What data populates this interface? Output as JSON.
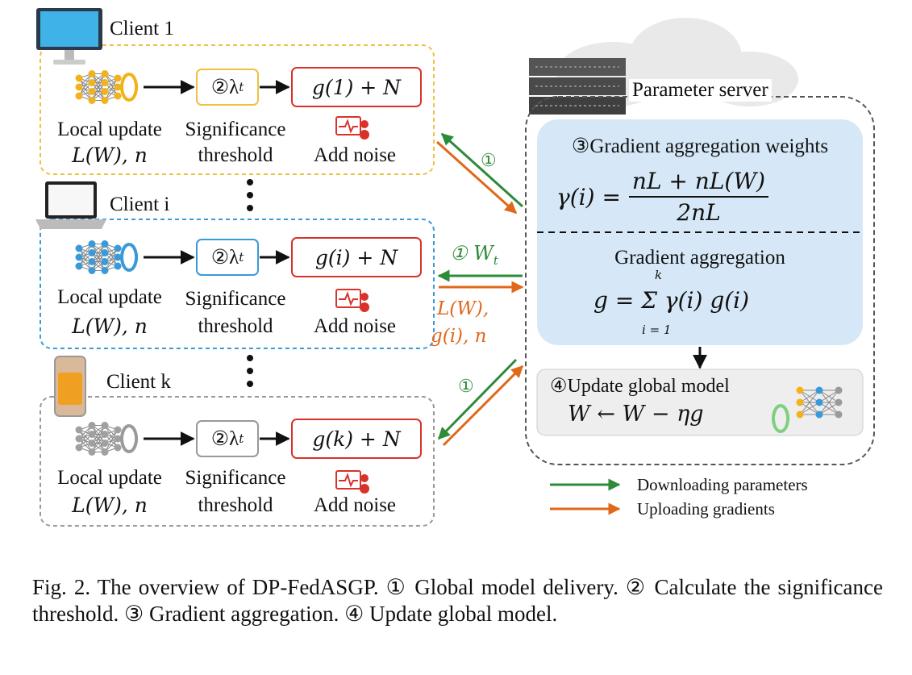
{
  "clients": [
    {
      "title": "Client 1",
      "threshold_box": "②λ",
      "noise_box": "g(1) + N",
      "local_update": "Local update",
      "local_formula": "L(W), n",
      "significance": "Significance",
      "threshold": "threshold",
      "add_noise": "Add noise",
      "accent": "#f2b21a"
    },
    {
      "title": "Client i",
      "threshold_box": "②λ",
      "noise_box": "g(i) + N",
      "local_update": "Local update",
      "local_formula": "L(W), n",
      "significance": "Significance",
      "threshold": "threshold",
      "add_noise": "Add noise",
      "accent": "#3a9ad9"
    },
    {
      "title": "Client k",
      "threshold_box": "②λ",
      "noise_box": "g(k) + N",
      "local_update": "Local update",
      "local_formula": "L(W), n",
      "significance": "Significance",
      "threshold": "threshold",
      "add_noise": "Add noise",
      "accent": "#9a9a9a"
    }
  ],
  "server": {
    "title": "Parameter server",
    "weights_title": "③Gradient aggregation weights",
    "weights_formula_lhs": "γ(i) =",
    "weights_formula_num": "nL + nL(W)",
    "weights_formula_den": "2nL",
    "aggregation_title": "Gradient aggregation",
    "aggregation_formula": "g = Σ γ(i) g(i)",
    "sum_top": "k",
    "sum_bottom": "i = 1",
    "update_title": "④Update global model",
    "update_formula": "W ← W − ηg"
  },
  "arrows": {
    "download_step_1": "①",
    "download_step_i": "① W",
    "download_step_k": "①",
    "upload_label_1": "L(W),",
    "upload_label_2": "g(i), n"
  },
  "legend": {
    "download": "Downloading parameters",
    "upload": "Uploading gradients"
  },
  "colors": {
    "download": "#2e8b3a",
    "upload": "#e0681a",
    "noise": "#d9322b",
    "panel": "#d6e8f7",
    "update_panel": "#eeeeee"
  },
  "caption": "Fig. 2.    The overview of DP-FedASGP. ① Global model delivery. ② Calculate the significance threshold. ③ Gradient aggregation. ④ Update global model."
}
